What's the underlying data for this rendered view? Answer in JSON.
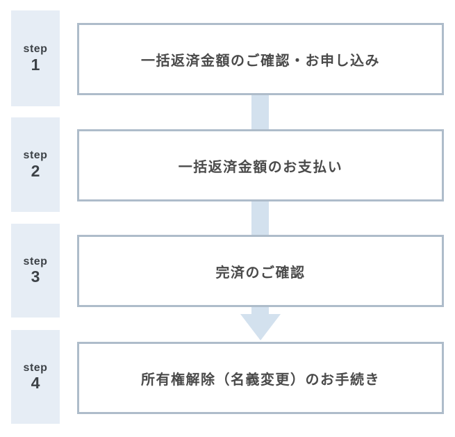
{
  "diagram_title": "repayment-procedure-flow",
  "steps": [
    {
      "label": "step",
      "number": "1",
      "text": "一括返済金額のご確認・お申し込み"
    },
    {
      "label": "step",
      "number": "2",
      "text": "一括返済金額のお支払い"
    },
    {
      "label": "step",
      "number": "3",
      "text": "完済のご確認"
    },
    {
      "label": "step",
      "number": "4",
      "text": "所有権解除（名義変更）のお手続き"
    }
  ],
  "colors": {
    "step_label_bg": "#e6edf5",
    "box_border": "#aebcca",
    "arrow": "#d3e1ee",
    "label_text": "#3d4247",
    "box_text": "#4a4a4a"
  }
}
